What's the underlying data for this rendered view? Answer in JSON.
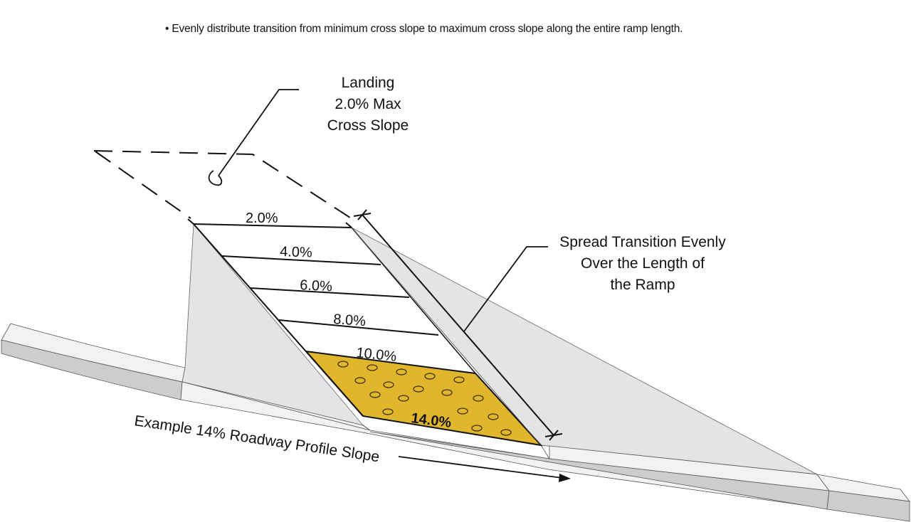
{
  "note": {
    "bullet": "•",
    "text": "Evenly distribute transition from minimum cross slope to maximum cross slope along the entire ramp length."
  },
  "callouts": {
    "landing": {
      "lines": [
        "Landing",
        "2.0% Max",
        "Cross Slope"
      ]
    },
    "spread": {
      "lines": [
        "Spread Transition Evenly",
        "Over the Length of",
        "the Ramp"
      ]
    },
    "roadway": {
      "text": "Example 14% Roadway Profile Slope"
    }
  },
  "slope_labels": [
    {
      "value": "2.0%",
      "bold": false
    },
    {
      "value": "4.0%",
      "bold": false
    },
    {
      "value": "6.0%",
      "bold": false
    },
    {
      "value": "8.0%",
      "bold": false
    },
    {
      "value": "10.0%",
      "bold": false
    },
    {
      "value": "14.0%",
      "bold": true
    }
  ],
  "colors": {
    "detectable_warning": "#e0b62c",
    "flare": "#e4e4e4",
    "curb_top": "#f2f2f2",
    "curb_face": "#cdcdcd",
    "line": "#111111"
  }
}
